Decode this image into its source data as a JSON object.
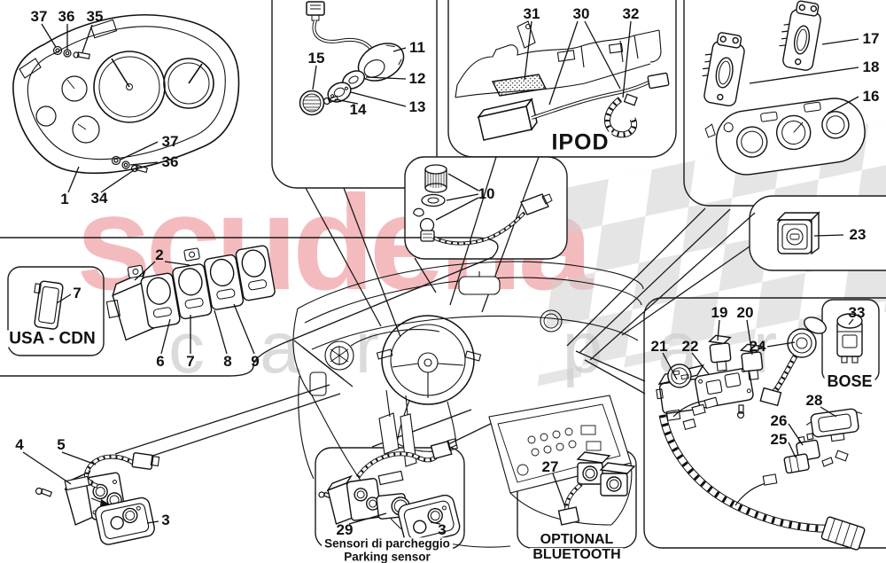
{
  "watermark": {
    "brand": "scuderia",
    "sub": "car parts",
    "brand_color": "#f4bbbe",
    "sub_color": "#dbdbdb",
    "checker_color": "#cfcfcf"
  },
  "diagram": {
    "line_color": "#1a1a1a",
    "labels": {
      "ipod": "IPOD",
      "usa_cdn": "USA - CDN",
      "bose": "BOSE",
      "bluetooth1": "OPTIONAL",
      "bluetooth2": "BLUETOOTH",
      "parking_it": "Sensori di parcheggio",
      "parking_en": "Parking sensor"
    },
    "callouts": [
      {
        "label": "37"
      },
      {
        "label": "36"
      },
      {
        "label": "35"
      },
      {
        "label": "15"
      },
      {
        "label": "11"
      },
      {
        "label": "12"
      },
      {
        "label": "13"
      },
      {
        "label": "14"
      },
      {
        "label": "31"
      },
      {
        "label": "30"
      },
      {
        "label": "32"
      },
      {
        "label": "17"
      },
      {
        "label": "18"
      },
      {
        "label": "16"
      },
      {
        "label": "37"
      },
      {
        "label": "36"
      },
      {
        "label": "1"
      },
      {
        "label": "34"
      },
      {
        "label": "10"
      },
      {
        "label": "23"
      },
      {
        "label": "2"
      },
      {
        "label": "7"
      },
      {
        "label": "6"
      },
      {
        "label": "7"
      },
      {
        "label": "8"
      },
      {
        "label": "9"
      },
      {
        "label": "33"
      },
      {
        "label": "19"
      },
      {
        "label": "20"
      },
      {
        "label": "21"
      },
      {
        "label": "22"
      },
      {
        "label": "24"
      },
      {
        "label": "28"
      },
      {
        "label": "26"
      },
      {
        "label": "25"
      },
      {
        "label": "4"
      },
      {
        "label": "5"
      },
      {
        "label": "3"
      },
      {
        "label": "29"
      },
      {
        "label": "3"
      },
      {
        "label": "27"
      }
    ]
  }
}
